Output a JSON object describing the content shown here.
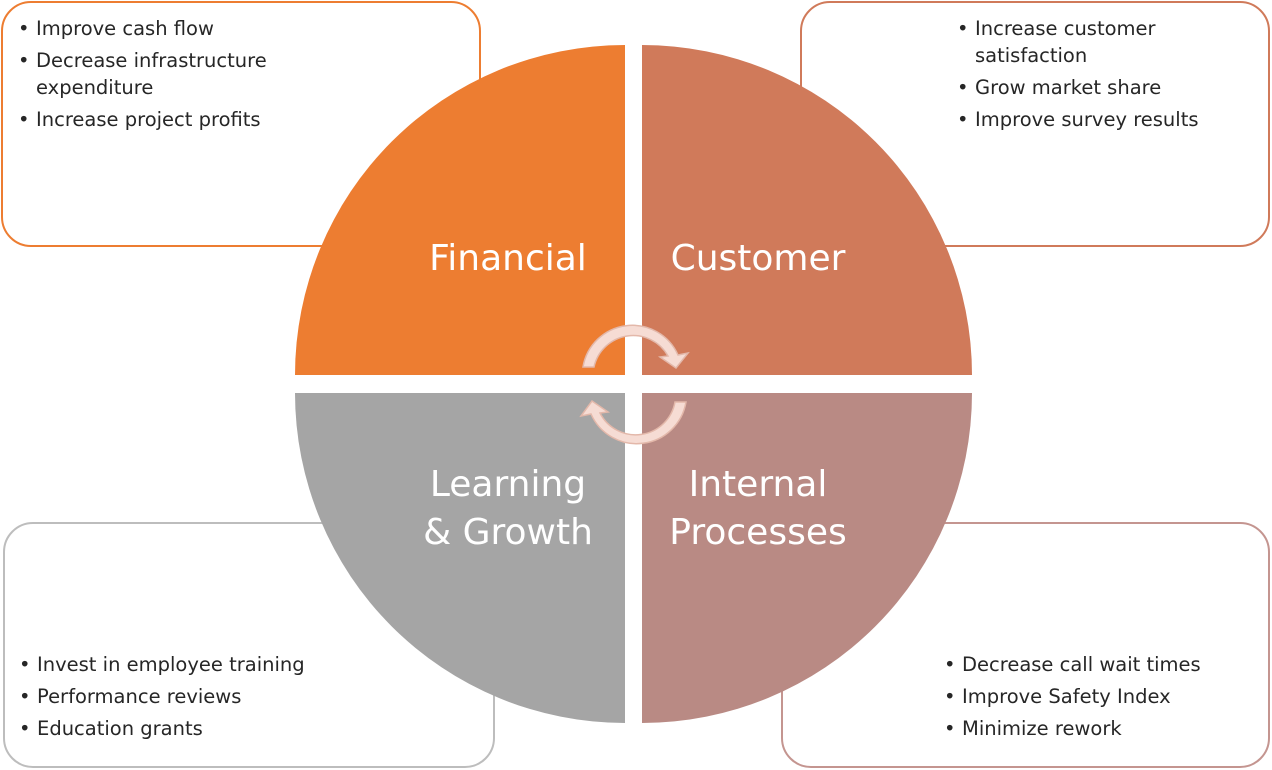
{
  "quadrants": {
    "financial": {
      "title": "Financial",
      "color": "#ed7d31",
      "bullets": [
        "Improve cash flow",
        "Decrease infrastructure expenditure",
        "Increase project profits"
      ]
    },
    "customer": {
      "title": "Customer",
      "color": "#d07a5a",
      "bullets": [
        "Increase customer satisfaction",
        "Grow market share",
        "Improve survey results"
      ]
    },
    "learning": {
      "title_line1": "Learning",
      "title_line2": "& Growth",
      "color": "#a5a5a5",
      "bullets": [
        "Invest in employee training",
        "Performance reviews",
        "Education grants"
      ]
    },
    "internal": {
      "title_line1": "Internal",
      "title_line2": "Processes",
      "color": "#b98a84",
      "bullets": [
        "Decrease call wait times",
        "Improve Safety Index",
        "Minimize rework"
      ]
    }
  },
  "cycle_arrows": {
    "icon": "circular-arrows-icon",
    "color": "#f6dcd4"
  }
}
